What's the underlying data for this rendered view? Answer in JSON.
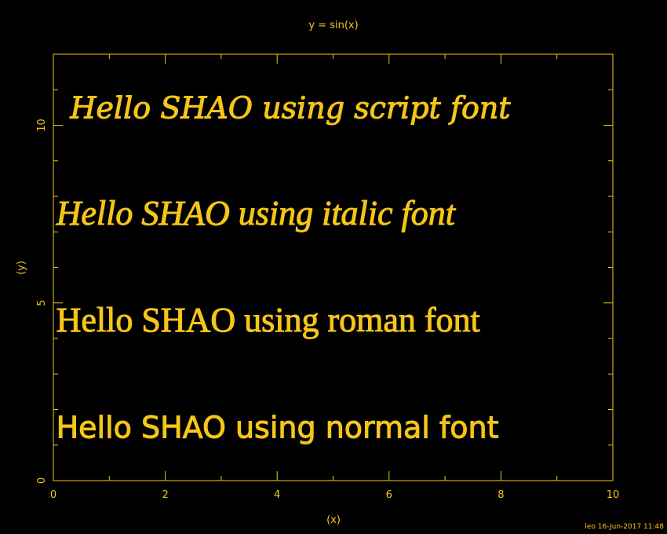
{
  "colors": {
    "background": "#000000",
    "ink": "#f5c518"
  },
  "chart_data": {
    "type": "scatter",
    "title": "y = sin(x)",
    "xlabel": "(x)",
    "ylabel": "(y)",
    "xlim": [
      0,
      10
    ],
    "ylim": [
      0,
      12
    ],
    "x_ticks": [
      "0",
      "2",
      "4",
      "6",
      "8",
      "10"
    ],
    "y_ticks": [
      "0",
      "5",
      "10"
    ],
    "grid": false,
    "annotations": [
      {
        "text": "Hello SHAO using script font",
        "x": 0.3,
        "y": 10.2,
        "style": "script"
      },
      {
        "text": "Hello SHAO using italic font",
        "x": 0.05,
        "y": 7.2,
        "style": "italic"
      },
      {
        "text": "Hello SHAO using roman font",
        "x": 0.05,
        "y": 4.2,
        "style": "roman"
      },
      {
        "text": "Hello SHAO using normal font",
        "x": 0.05,
        "y": 1.2,
        "style": "normal"
      }
    ],
    "footer": "leo 16-Jun-2017 11:48"
  }
}
